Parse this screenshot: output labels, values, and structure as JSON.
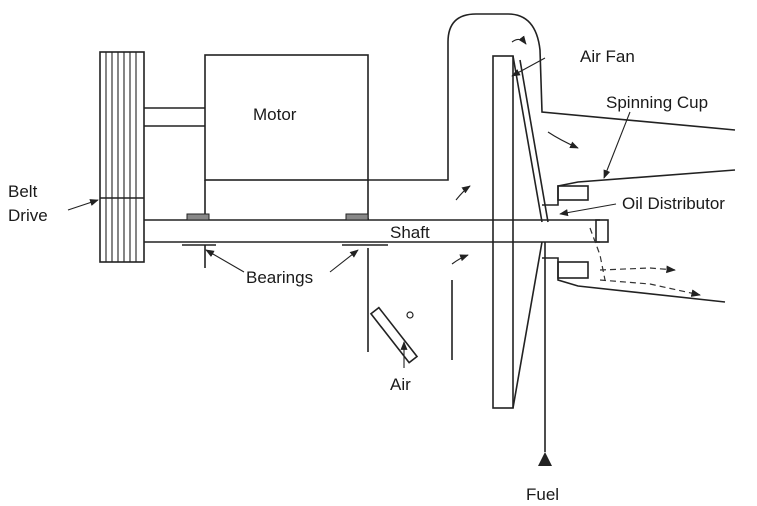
{
  "labels": {
    "motor": "Motor",
    "belt": "Belt",
    "drive": "Drive",
    "shaft": "Shaft",
    "bearings": "Bearings",
    "air_fan": "Air Fan",
    "spinning_cup": "Spinning Cup",
    "oil_distributor": "Oil Distributor",
    "air": "Air",
    "fuel": "Fuel"
  },
  "colors": {
    "ink": "#222222",
    "background": "#ffffff"
  }
}
